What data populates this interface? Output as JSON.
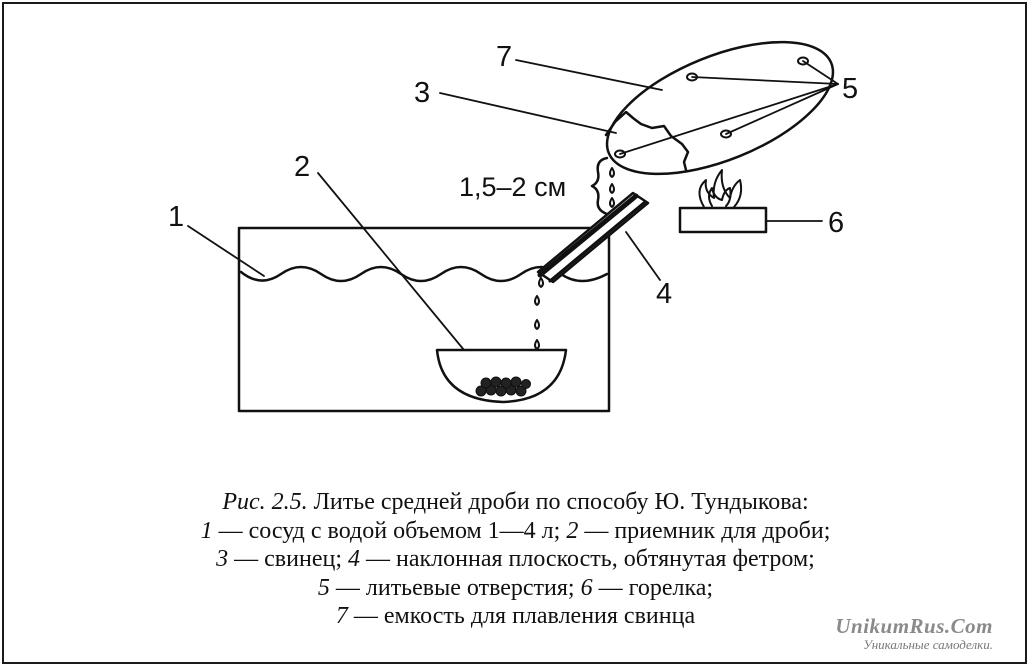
{
  "labels": {
    "n1": "1",
    "n2": "2",
    "n3": "3",
    "n4": "4",
    "n5": "5",
    "n6": "6",
    "n7": "7"
  },
  "dimension": "1,5–2 см",
  "caption": {
    "fig": "Рис. 2.5.",
    "title": " Литье средней дроби по способу Ю. Тундыкова:",
    "l2": [
      {
        "num": "1",
        "text": " — сосуд с водой объемом 1—4 л; "
      },
      {
        "num": "2",
        "text": " — приемник для дроби;"
      }
    ],
    "l3": [
      {
        "num": "3",
        "text": " — свинец; "
      },
      {
        "num": "4",
        "text": " — наклонная плоскость, обтянутая фетром;"
      }
    ],
    "l4": [
      {
        "num": "5",
        "text": " — литьевые отверстия; "
      },
      {
        "num": "6",
        "text": " — горелка;"
      }
    ],
    "l5": [
      {
        "num": "7",
        "text": " — емкость для плавления свинца"
      }
    ]
  },
  "watermark": {
    "main": "UnikumRus.Com",
    "sub": "Уникальные самоделки."
  }
}
